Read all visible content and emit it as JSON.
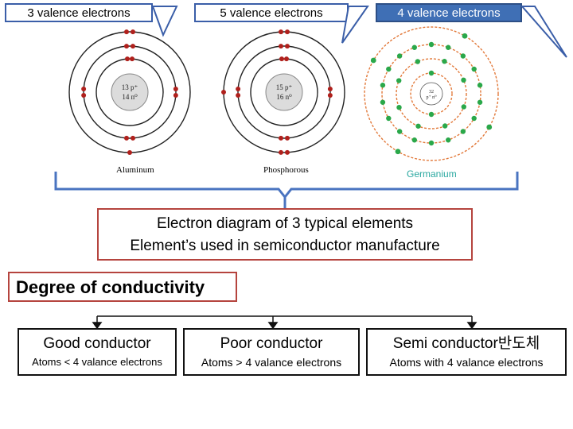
{
  "callouts": [
    {
      "text": "3 valence electrons"
    },
    {
      "text": "5 valence electrons"
    },
    {
      "text": "4 valence electrons"
    }
  ],
  "atoms": [
    {
      "name": "Aluminum",
      "nucleus_line1": "13 p⁺",
      "nucleus_line2": "14 n⁰"
    },
    {
      "name": "Phosphorous",
      "nucleus_line1": "15 p⁺",
      "nucleus_line2": "16 n⁰"
    },
    {
      "name": "Germanium",
      "nucleus_line1": "32",
      "nucleus_line2": "p⁺ n⁰"
    }
  ],
  "caption": {
    "line1": "Electron diagram of 3  typical elements",
    "line2": "Element’s used in semiconductor manufacture"
  },
  "degree_title": "Degree of conductivity",
  "categories": [
    {
      "title": "Good conductor",
      "subtitle": "Atoms < 4 valance electrons"
    },
    {
      "title": "Poor conductor",
      "subtitle": "Atoms > 4 valance electrons"
    },
    {
      "title": "Semi conductor반도체",
      "subtitle": "Atoms with 4 valance electrons"
    }
  ],
  "colors": {
    "electron_red": "#b0201c",
    "electron_green": "#2aa84a",
    "ge_orbit": "#e2793a",
    "callout_border": "#3a5ea8",
    "caption_border": "#b5443e",
    "bracket": "#4a74c0"
  }
}
